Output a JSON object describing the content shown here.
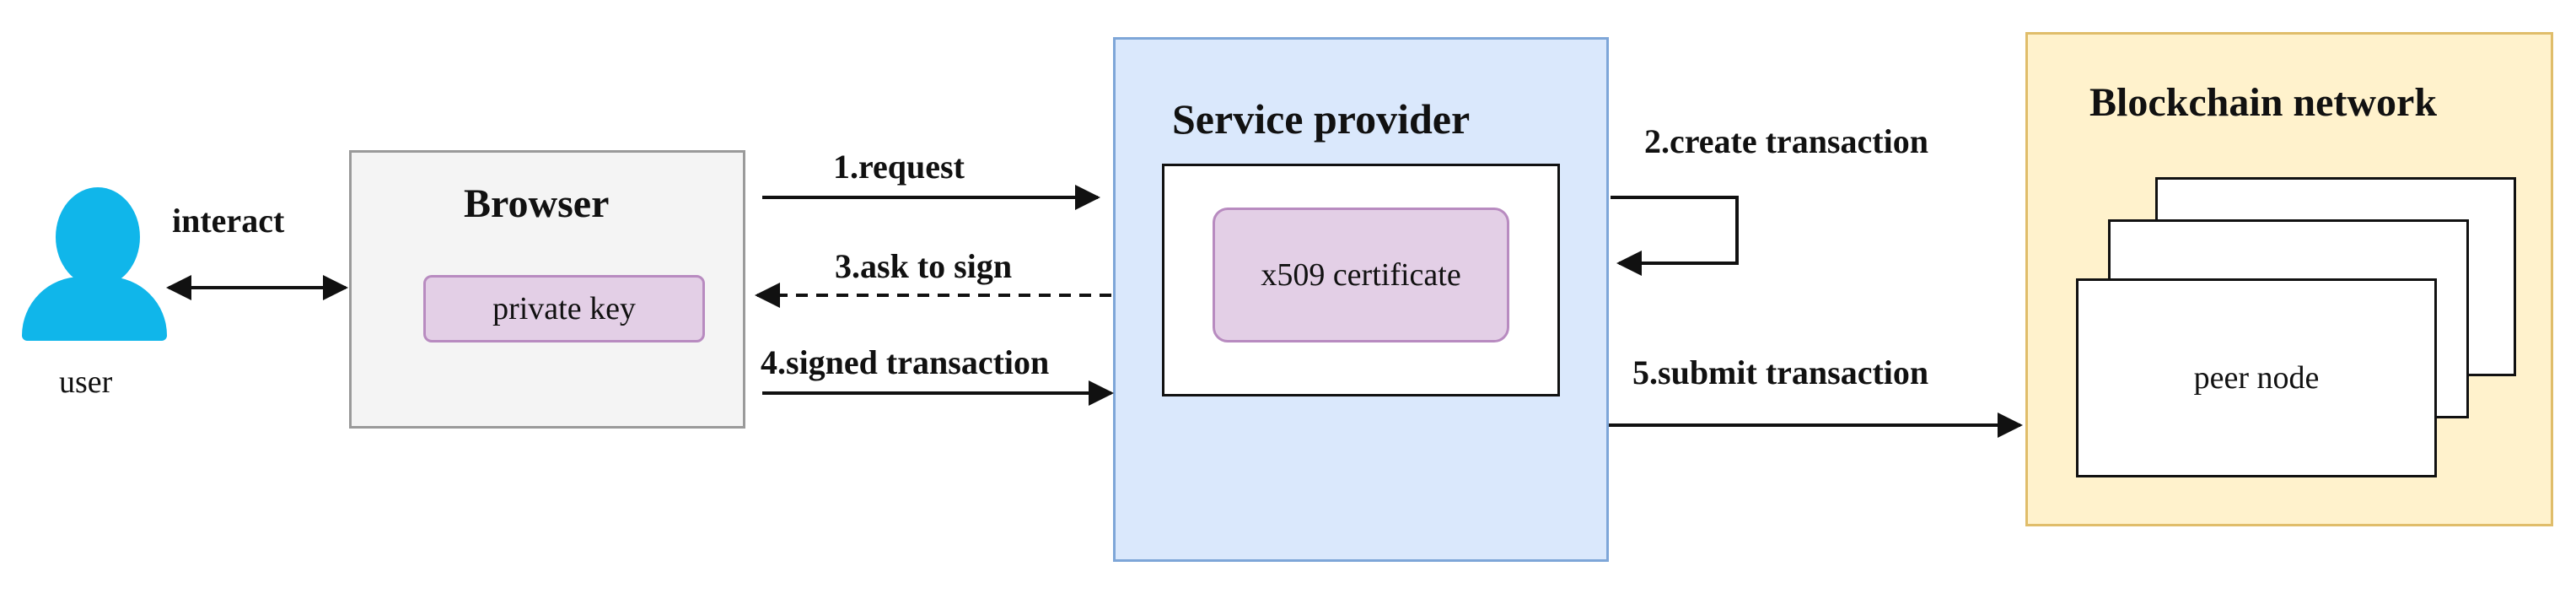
{
  "user": {
    "label": "user",
    "icon": "user-icon",
    "color": "#10b6ea"
  },
  "browser": {
    "title": "Browser",
    "private_key": "private key"
  },
  "service_provider": {
    "title": "Service provider",
    "certificate": "x509 certificate"
  },
  "blockchain": {
    "title": "Blockchain network",
    "peer": "peer node"
  },
  "edges": {
    "interact": "interact",
    "request": "1.request",
    "create": "2.create transaction",
    "ask_sign": "3.ask to sign",
    "signed": "4.signed transaction",
    "submit": "5.submit transaction"
  }
}
